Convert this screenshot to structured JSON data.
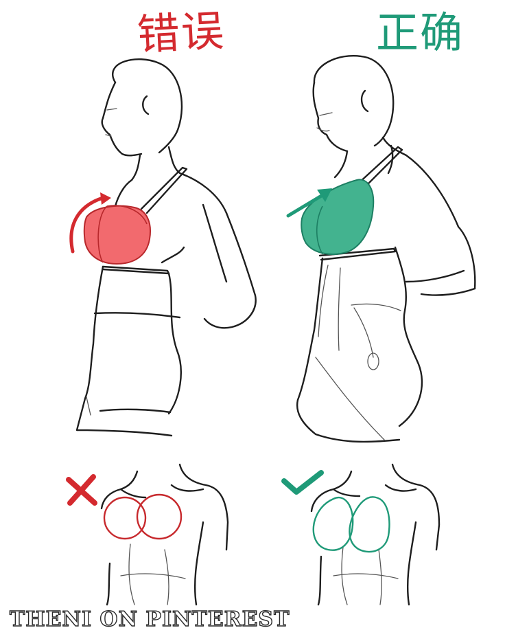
{
  "labels": {
    "wrong": "错误",
    "right": "正确"
  },
  "watermark": "THENI ON PINTEREST",
  "colors": {
    "wrong": "#d42a2f",
    "wrong_fill": "#f26a6e",
    "right": "#1f9a78",
    "right_fill": "#43b38f",
    "ink": "#1e1e1e"
  },
  "icons": {
    "wrong_mark": "cross-icon",
    "right_mark": "check-icon"
  }
}
